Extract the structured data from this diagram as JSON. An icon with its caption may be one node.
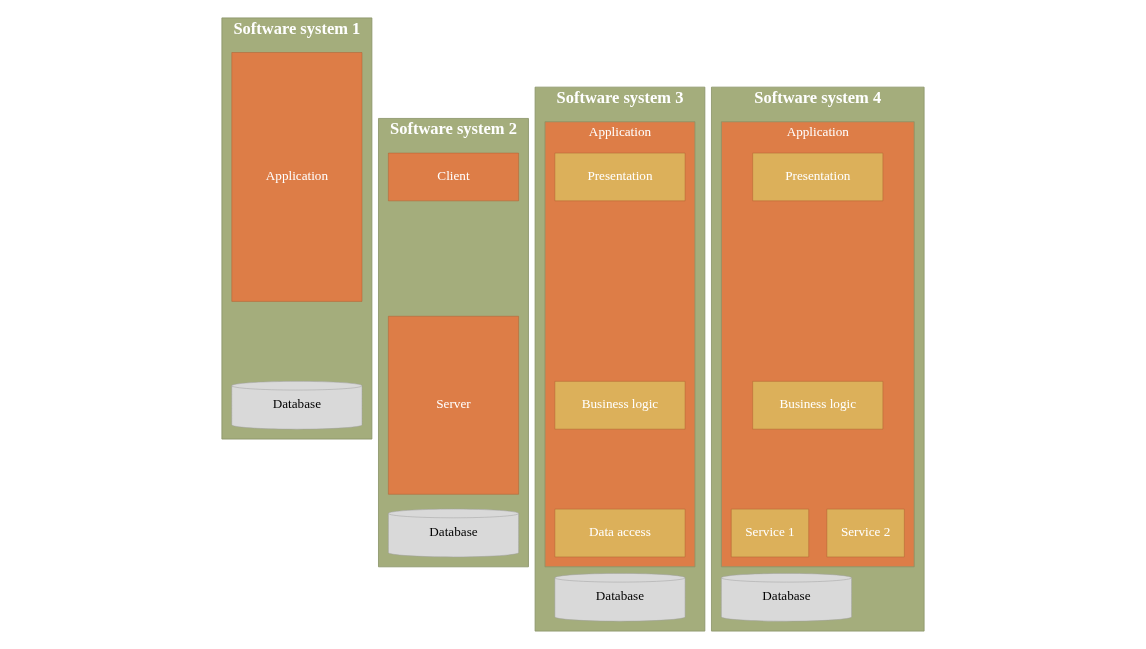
{
  "diagram": {
    "nodes": [
      {
        "text": [
          "Software system 1"
        ]
      },
      {
        "text": [
          "Application"
        ],
        "in": 0
      },
      {
        "text": [
          "Database"
        ],
        "in": 0
      },
      {
        "text": [
          "Software system 2"
        ]
      },
      {
        "text": [
          "Client"
        ],
        "in": 3
      },
      {
        "text": [
          "Server"
        ],
        "in": 3
      },
      {
        "text": [
          "Database"
        ],
        "in": 3
      },
      {
        "text": [
          "Software system 3"
        ]
      },
      {
        "text": [
          "Application"
        ],
        "in": 7
      },
      {
        "text": [
          "Presentation"
        ],
        "in": 8
      },
      {
        "text": [
          "Business logic"
        ],
        "in": 8
      },
      {
        "text": [
          "Data access"
        ],
        "in": 8
      },
      {
        "text": [
          "Database"
        ],
        "in": 7
      },
      {
        "text": [
          "Software system 4"
        ]
      },
      {
        "text": [
          "Application"
        ],
        "in": 13
      },
      {
        "text": [
          "Presentation"
        ],
        "in": 14
      },
      {
        "text": [
          "Business logic"
        ],
        "in": 14
      },
      {
        "text": [
          "Service 1"
        ],
        "in": 14
      },
      {
        "text": [
          "Service 2"
        ],
        "in": 14
      },
      {
        "text": [
          "Database"
        ],
        "in": 13
      }
    ]
  }
}
